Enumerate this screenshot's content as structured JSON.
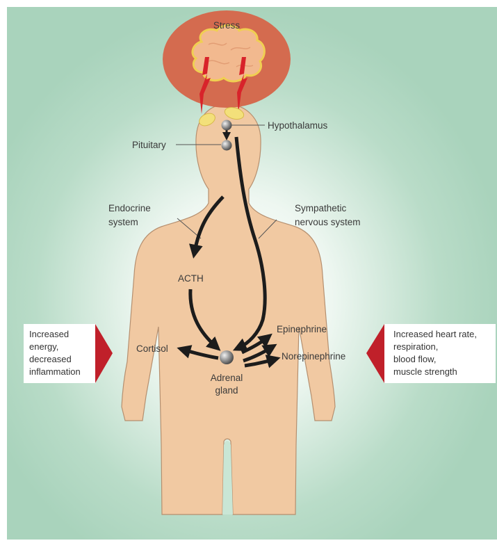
{
  "stress": {
    "label": "Stress"
  },
  "labels": {
    "hypothalamus": "Hypothalamus",
    "pituitary": "Pituitary",
    "endocrine": [
      "Endocrine",
      "system"
    ],
    "sympathetic": [
      "Sympathetic",
      "nervous system"
    ],
    "acth": "ACTH",
    "cortisol": "Cortisol",
    "epinephrine": "Epinephrine",
    "norepinephrine": "Norepinephrine",
    "adrenal": [
      "Adrenal",
      "gland"
    ]
  },
  "left_box": {
    "lines": [
      "Increased",
      "energy,",
      "decreased",
      "inflammation"
    ]
  },
  "right_box": {
    "lines": [
      "Increased heart rate,",
      "respiration,",
      "blood flow,",
      "muscle strength"
    ]
  },
  "colors": {
    "background": "#a9d3bc",
    "glow": "#f4faf5",
    "skin": "#f1c9a2",
    "skin_outline": "#b58f6f",
    "stress_oval": "#d46b4f",
    "brain": "#f2b98f",
    "brain_outline": "#f0cf52",
    "lightning": "#d8232a",
    "accent_red": "#c0202a",
    "arrow": "#1c1c1c"
  }
}
